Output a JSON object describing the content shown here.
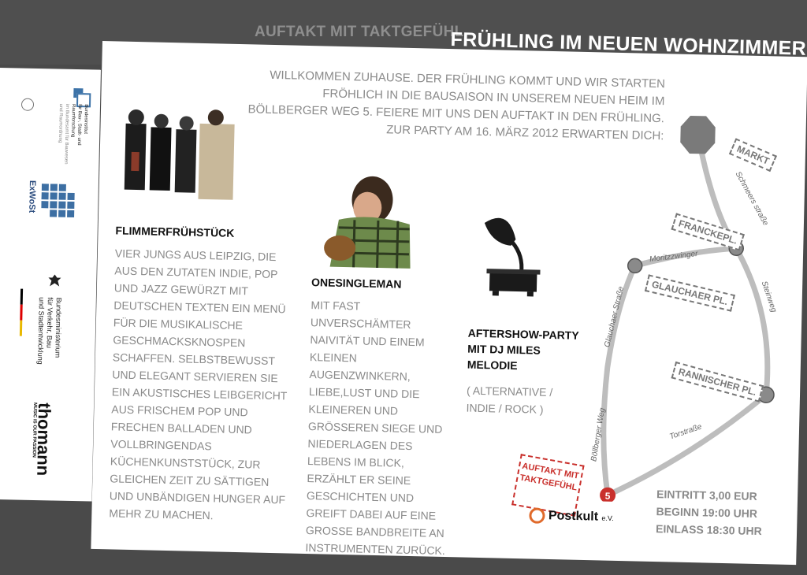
{
  "band": {
    "small_title": "AUFTAKT MIT TAKTGEFÜHL",
    "main_title": "FRÜHLING IM NEUEN WOHNZIMMER"
  },
  "left_panel": {
    "sponsor1_lines": [
      "Bundesinstitut",
      "für Bau-, Stadt- und",
      "Raumforschung",
      "im Bundesamt für Bauwesen",
      "und Raumordnung"
    ],
    "exwost": "ExWoSt",
    "ministry": [
      "Bundesministerium",
      "für Verkehr, Bau",
      "und Stadtentwicklung"
    ],
    "thomann": "thomann",
    "thomann_tagline": "MUSIC IS OUR PASSION"
  },
  "intro": "WILLKOMMEN ZUHAUSE. DER FRÜHLING KOMMT UND WIR STARTEN FRÖHLICH IN DIE BAUSAISON IN UNSEREM NEUEN HEIM IM BÖLLBERGER WEG 5. FEIERE MIT UNS DEN AUFTAKT IN DEN FRÜHLING. ZUR PARTY AM 16. MÄRZ 2012 ERWARTEN DICH:",
  "acts": [
    {
      "name": "FLIMMERFRÜHSTÜCK",
      "text": "VIER JUNGS AUS LEIPZIG, DIE AUS DEN ZUTATEN INDIE, POP UND JAZZ GEWÜRZT MIT DEUTSCHEN TEXTEN EIN MENÜ FÜR DIE MUSIKALISCHE GESCHMACKSKNOSPEN SCHAFFEN. SELBSTBEWUSST UND ELEGANT SERVIEREN SIE EIN AKUSTISCHES LEIBGERICHT AUS FRISCHEM POP UND FRECHEN BALLADEN UND VOLLBRINGENDAS KÜCHENKUNSTSTÜCK, ZUR GLEICHEN ZEIT ZU SÄTTIGEN UND UNBÄNDIGEN HUNGER AUF MEHR ZU MACHEN."
    },
    {
      "name": "ONESINGLEMAN",
      "text": "MIT FAST UNVERSCHÄMTER NAIVITÄT UND EINEM KLEINEN AUGENZWINKERN, LIEBE,LUST UND DIE KLEINEREN UND GRÖSSEREN SIEGE UND NIEDERLAGEN DES LEBENS IM BLICK, ERZÄHLT ER SEINE GESCHICHTEN UND GREIFT DABEI AUF EINE GROSSE BANDBREITE AN INSTRUMENTEN ZURÜCK."
    },
    {
      "name_lines": [
        "AFTERSHOW-PARTY",
        "MIT DJ MILES",
        "MELODIE"
      ],
      "genre_lines": [
        "( ALTERNATIVE /",
        "INDIE / ROCK )"
      ]
    }
  ],
  "map": {
    "labels": {
      "markt": "MARKT",
      "franckepl": "FRANCKEPL.",
      "glauchaer_pl": "GLAUCHAER PL.",
      "rannischer_pl": "RANNISCHER PL."
    },
    "streets": {
      "schmeers": "Schmeers straße",
      "moritzzwinger": "Moritzzwinger",
      "steinweg": "Steinweg",
      "glauchaer_strasse": "Glauchaer Straße",
      "boellberger_weg": "Böllberger Weg",
      "torstrasse": "Torstraße"
    },
    "marker": "5"
  },
  "stamp_lines": [
    "AUFTAKT MIT",
    "TAKTGEFÜHL"
  ],
  "info": {
    "eintritt": "EINTRITT 3,00 EUR",
    "beginn": "BEGINN 19:00 UHR",
    "einlass": "EINLASS 18:30 UHR"
  },
  "postkult": "Postkult",
  "postkult_suffix": "e.V.",
  "colors": {
    "accent_red": "#c9302c",
    "map_road": "#bdbdbd",
    "text_gray": "#8a8a8a"
  }
}
